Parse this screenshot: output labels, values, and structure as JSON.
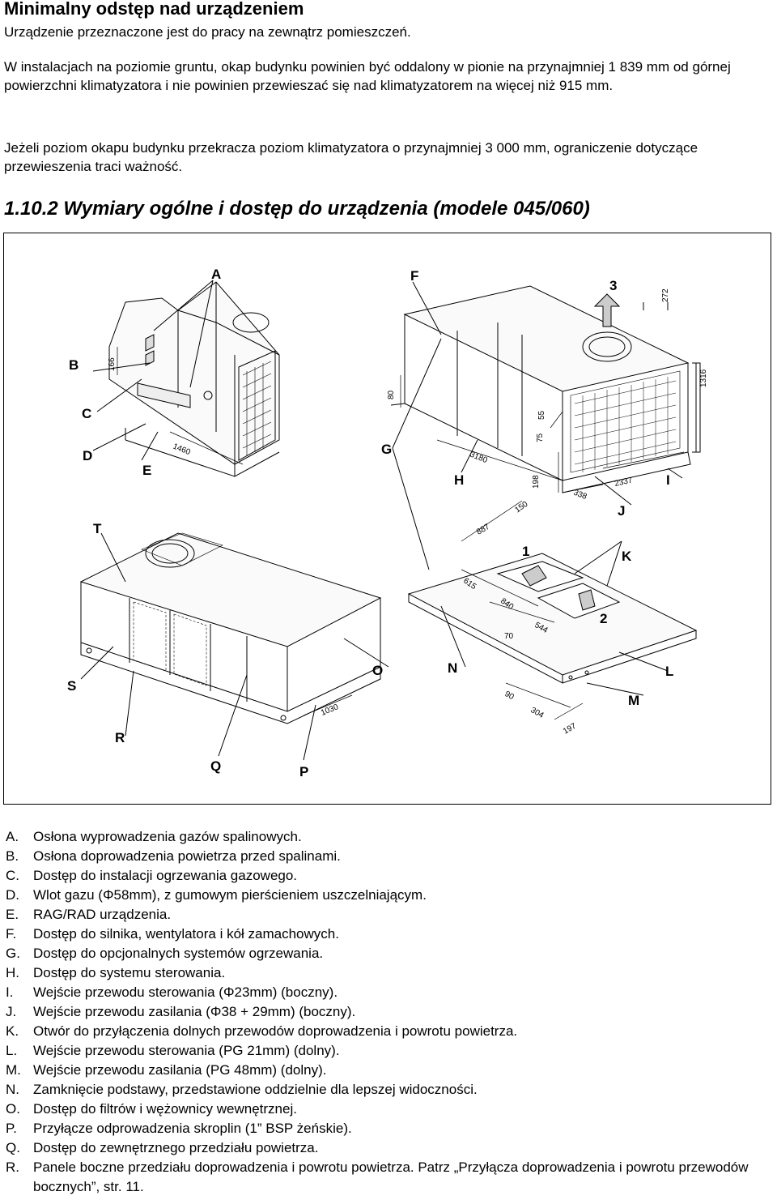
{
  "header": {
    "title": "Minimalny odstęp nad urządzeniem",
    "subtitle": "Urządzenie przeznaczone jest do pracy na zewnątrz pomieszczeń."
  },
  "paragraphs": [
    "W instalacjach na poziomie gruntu, okap budynku powinien być oddalony w pionie na przynajmniej 1 839 mm od górnej powierzchni klimatyzatora i nie powinien przewieszać się nad klimatyzatorem na więcej niż 915 mm.",
    "Jeżeli poziom okapu budynku przekracza poziom klimatyzatora o przynajmniej 3 000 mm, ograniczenie dotyczące przewieszenia traci ważność."
  ],
  "section_title": "1.10.2 Wymiary ogólne i dostęp do urządzenia (modele 045/060)",
  "figure": {
    "labels": {
      "A": "A",
      "B": "B",
      "C": "C",
      "D": "D",
      "E": "E",
      "F": "F",
      "G": "G",
      "H": "H",
      "I": "I",
      "J": "J",
      "K": "K",
      "L": "L",
      "M": "M",
      "N": "N",
      "O": "O",
      "P": "P",
      "Q": "Q",
      "R": "R",
      "S": "S",
      "T": "T",
      "n1": "1",
      "n2": "2",
      "n3": "3"
    },
    "dims": {
      "d272": "272",
      "d166": "166",
      "d1316": "1316",
      "d80": "80",
      "d55": "55",
      "d75": "75",
      "d1460": "1460",
      "d3180": "3180",
      "d198": "198",
      "d2337": "2337",
      "d338": "338",
      "d150": "150",
      "d887": "887",
      "d615": "615",
      "d840": "840",
      "d70": "70",
      "d544": "544",
      "d90": "90",
      "d304": "304",
      "d197": "197",
      "d1030": "1030"
    }
  },
  "legend": [
    {
      "key": "A.",
      "text": "Osłona wyprowadzenia gazów spalinowych."
    },
    {
      "key": "B.",
      "text": "Osłona doprowadzenia powietrza przed spalinami."
    },
    {
      "key": "C.",
      "text": "Dostęp do instalacji ogrzewania gazowego."
    },
    {
      "key": "D.",
      "text": "Wlot gazu (Φ58mm), z gumowym pierścieniem uszczelniającym."
    },
    {
      "key": "E.",
      "text": "RAG/RAD urządzenia."
    },
    {
      "key": "F.",
      "text": "Dostęp do silnika, wentylatora i kół zamachowych."
    },
    {
      "key": "G.",
      "text": "Dostęp do opcjonalnych systemów ogrzewania."
    },
    {
      "key": "H.",
      "text": "Dostęp do systemu sterowania."
    },
    {
      "key": "I.",
      "text": "Wejście przewodu sterowania (Φ23mm) (boczny)."
    },
    {
      "key": "J.",
      "text": "Wejście przewodu zasilania (Φ38 + 29mm) (boczny)."
    },
    {
      "key": "K.",
      "text": "Otwór do przyłączenia dolnych przewodów doprowadzenia i powrotu powietrza."
    },
    {
      "key": "L.",
      "text": "Wejście przewodu sterowania (PG 21mm) (dolny)."
    },
    {
      "key": "M.",
      "text": "Wejście przewodu zasilania (PG 48mm) (dolny)."
    },
    {
      "key": "N.",
      "text": "Zamknięcie podstawy, przedstawione oddzielnie dla lepszej widoczności."
    },
    {
      "key": "O.",
      "text": "Dostęp do filtrów i wężownicy wewnętrznej."
    },
    {
      "key": "P.",
      "text": "Przyłącze odprowadzenia skroplin (1” BSP żeńskie)."
    },
    {
      "key": "Q.",
      "text": "Dostęp do zewnętrznego przedziału powietrza."
    },
    {
      "key": "R.",
      "text": "Panele boczne przedziału doprowadzenia i powrotu powietrza. Patrz „Przyłącza doprowadzenia i powrotu przewodów bocznych”, str. 11."
    }
  ]
}
